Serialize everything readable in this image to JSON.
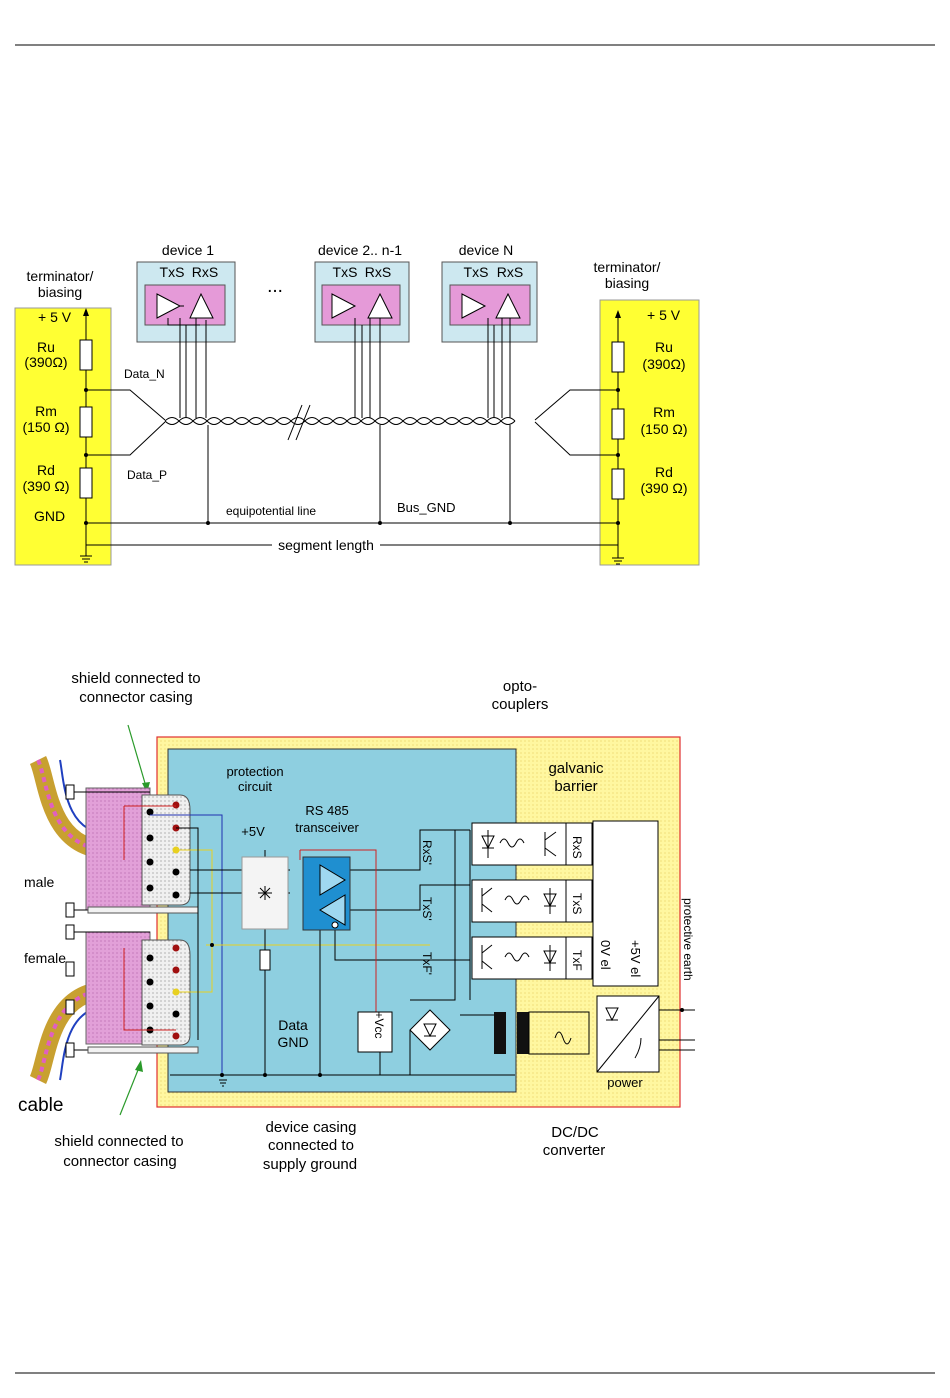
{
  "bus_diagram": {
    "terminator_left": {
      "label_line1": "terminator/",
      "label_line2": "biasing",
      "vcc": "+ 5 V",
      "ru": "Ru",
      "ru_val": "(390Ω)",
      "rm": "Rm",
      "rm_val": "(150 Ω)",
      "rd": "Rd",
      "rd_val": "(390 Ω)",
      "gnd": "GND"
    },
    "terminator_right": {
      "label_line1": "terminator/",
      "label_line2": "biasing",
      "vcc": "+ 5 V",
      "ru": "Ru",
      "ru_val": "(390Ω)",
      "rm": "Rm",
      "rm_val": "(150 Ω)",
      "rd": "Rd",
      "rd_val": "(390 Ω)"
    },
    "devices": [
      {
        "title": "device 1",
        "txs": "TxS",
        "rxs": "RxS"
      },
      {
        "title": "device 2.. n-1",
        "txs": "TxS",
        "rxs": "RxS"
      },
      {
        "title": "device N",
        "txs": "TxS",
        "rxs": "RxS"
      }
    ],
    "ellipsis": "...",
    "data_n": "Data_N",
    "data_p": "Data_P",
    "equipotential": "equipotential line",
    "bus_gnd": "Bus_GND",
    "segment_length": "segment length",
    "colors": {
      "terminator": "#ffff33",
      "device_box": "#cde8f0",
      "transceiver": "#e59ad8"
    }
  },
  "device_diagram": {
    "shield_top_line1": "shield connected to",
    "shield_top_line2": "connector casing",
    "opto_line1": "opto-",
    "opto_line2": "couplers",
    "protection_line1": "protection",
    "protection_line2": "circuit",
    "rs485_line1": "RS 485",
    "rs485_line2": "transceiver",
    "galvanic_line1": "galvanic",
    "galvanic_line2": "barrier",
    "plus5v": "+5V",
    "male": "male",
    "female": "female",
    "cable": "cable",
    "data_gnd_line1": "Data",
    "data_gnd_line2": "GND",
    "vcc": "+Vcc",
    "rxs_prime": "RxS'",
    "txs_prime": "TxS'",
    "txf_prime": "TxF'",
    "rxs": "RxS",
    "txs": "TxS",
    "txf": "TxF",
    "zero_v_el": "0V el",
    "plus5v_el": "+5V el",
    "protective_earth": "protective earth",
    "power": "power",
    "shield_bottom_line1": "shield connected to",
    "shield_bottom_line2": "connector casing",
    "casing_line1": "device casing",
    "casing_line2": "connected to",
    "casing_line3": "supply ground",
    "dcdc_line1": "DC/DC",
    "dcdc_line2": "converter",
    "colors": {
      "housing": "#fff7a0",
      "housing_border": "#e03030",
      "board": "#8ecfe0",
      "connector": "#e2a0d8",
      "transceiver": "#1f8fd0"
    }
  }
}
